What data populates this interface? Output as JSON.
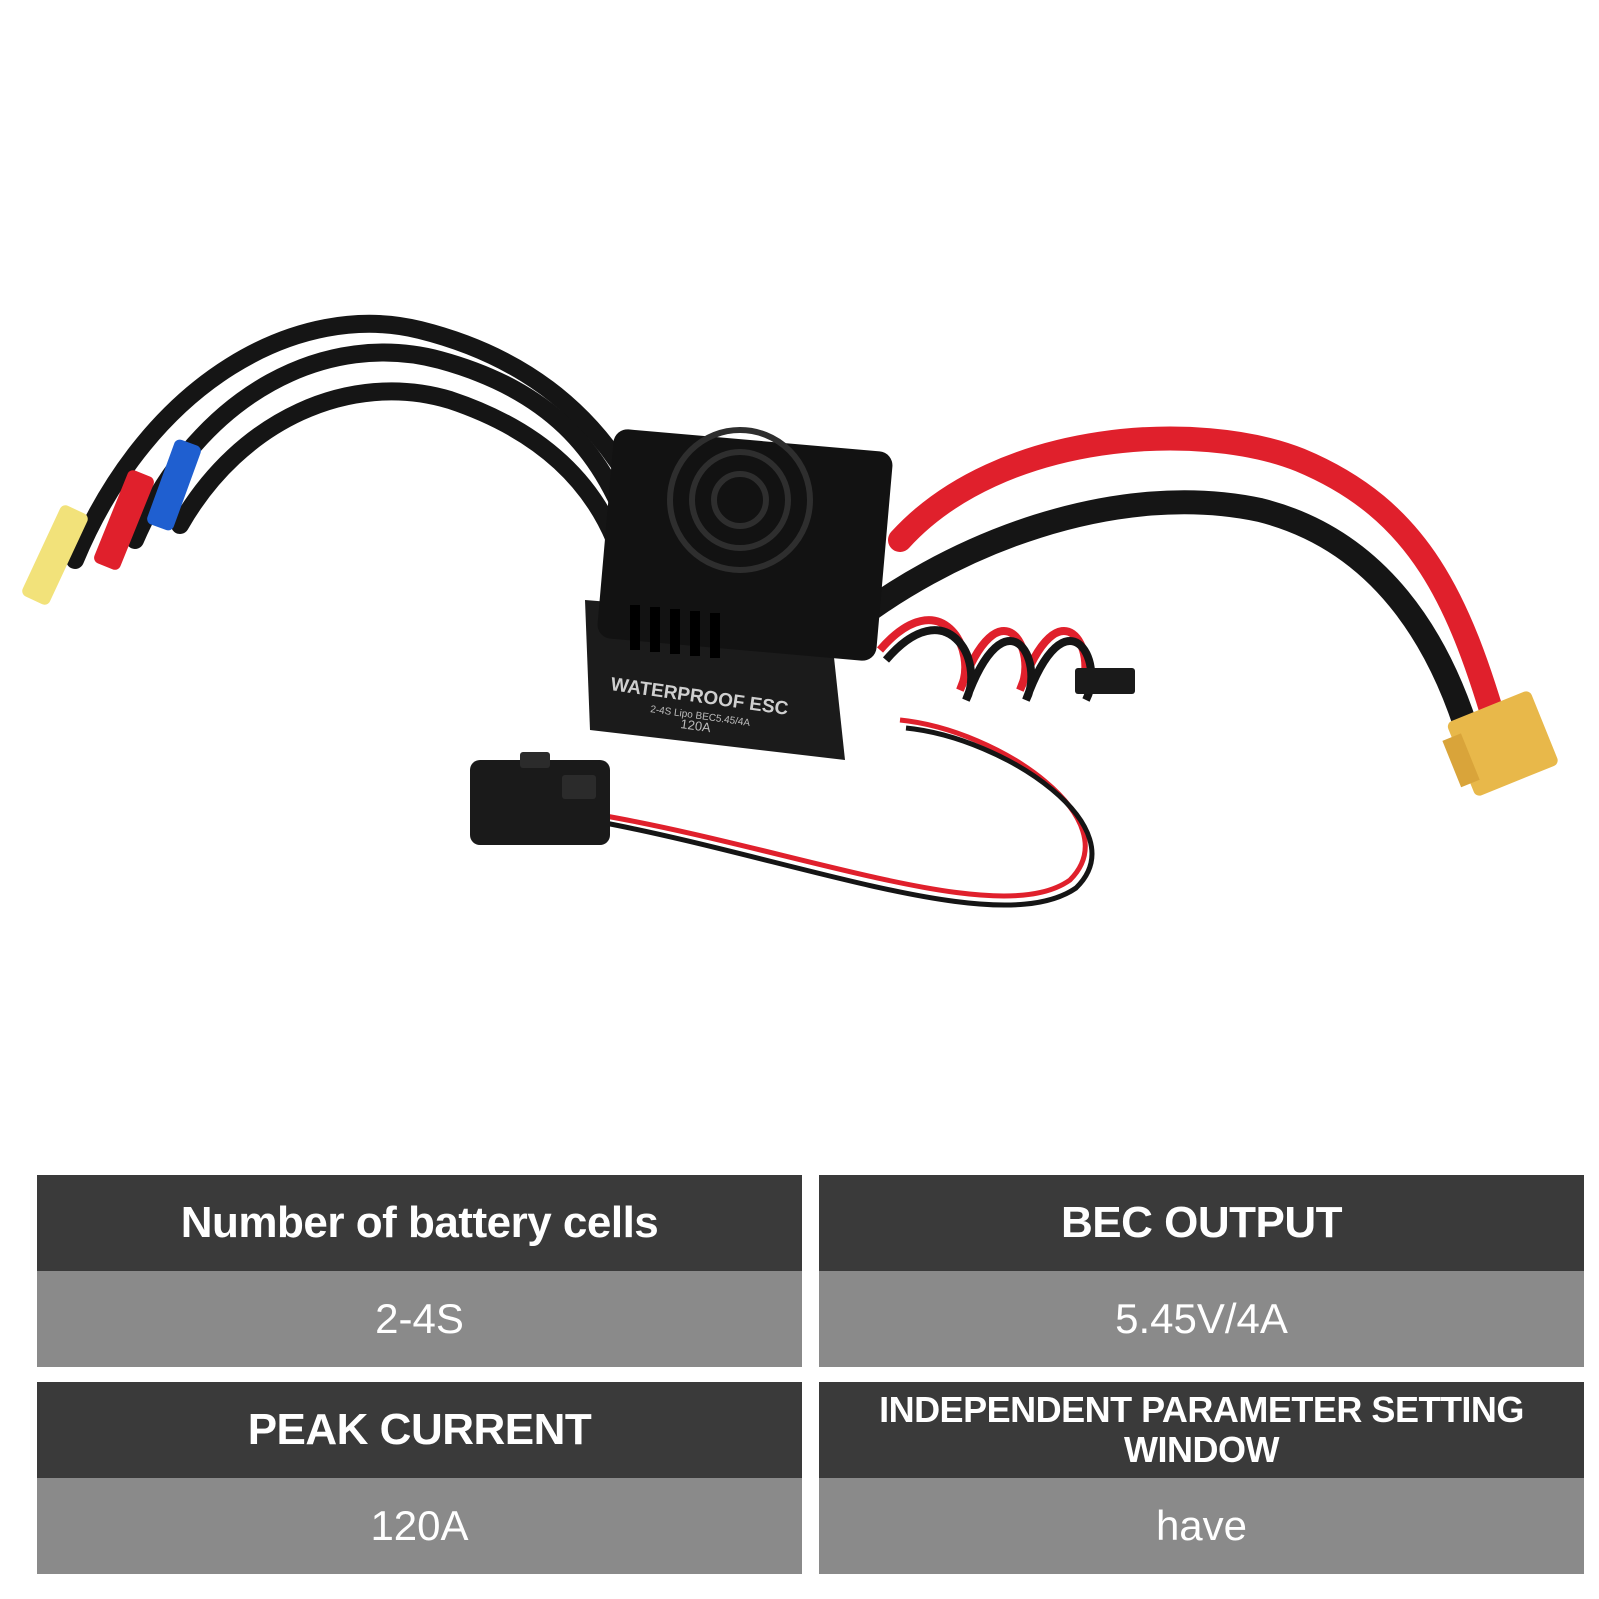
{
  "product": {
    "case_label": "WATERPROOF ESC",
    "case_sublabel": "2-4S Lipo BEC5.45/4A",
    "case_rating": "120A"
  },
  "specs": [
    {
      "label": "Number of battery cells",
      "value": "2-4S"
    },
    {
      "label": "BEC OUTPUT",
      "value": "5.45V/4A"
    },
    {
      "label": "PEAK CURRENT",
      "value": "120A"
    },
    {
      "label": "INDEPENDENT PARAMETER SETTING WINDOW",
      "value": "have"
    }
  ],
  "colors": {
    "header_bg": "#3a3a3a",
    "value_bg": "#8a8a8a",
    "esc_body": "#1a1a1a",
    "red_wire": "#e0202c",
    "blue_sleeve": "#1f5fd0",
    "yellow_sleeve": "#f2e27a",
    "xt_connector": "#e8b84a"
  }
}
